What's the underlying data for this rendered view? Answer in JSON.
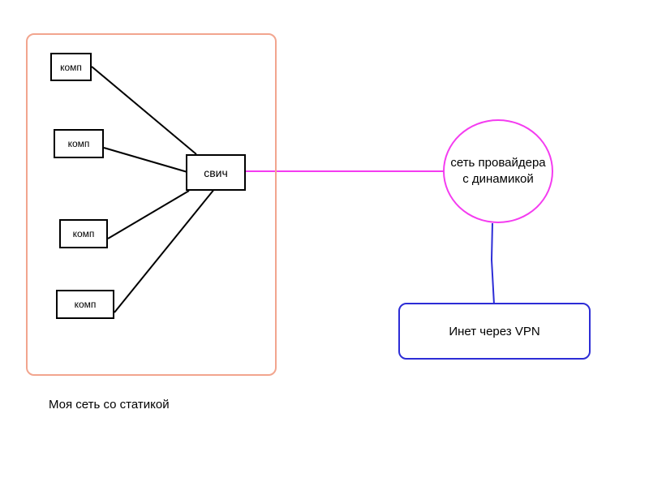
{
  "local_network": {
    "caption": "Моя сеть со статикой",
    "computers": [
      {
        "label": "комп"
      },
      {
        "label": "комп"
      },
      {
        "label": "комп"
      },
      {
        "label": "комп"
      }
    ],
    "switch": {
      "label": "свич"
    }
  },
  "provider": {
    "line1": "сеть провайдера",
    "line2": "с динамикой"
  },
  "vpn": {
    "label": "Инет через VPN"
  },
  "colors": {
    "local_frame": "#f2a58e",
    "provider_circle": "#f43cf0",
    "vpn_box": "#2d2dd6",
    "switch_to_provider_link": "#f43cf0",
    "provider_to_vpn_link": "#2d2dd6",
    "pc_links": "#000000"
  }
}
